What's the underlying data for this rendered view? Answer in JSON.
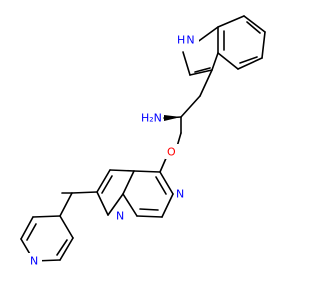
{
  "colors": {
    "background": "#ffffff",
    "bond": "#000000",
    "nitrogen": "#0000ff",
    "oxygen": "#ff0000"
  },
  "atoms": {
    "indole_nh": "H N",
    "amine_nh2": "H₂N",
    "ether_o": "O",
    "naphthyridine_n_ring1": "N",
    "naphthyridine_n_ring2": "N",
    "pyridine_n": "N"
  }
}
